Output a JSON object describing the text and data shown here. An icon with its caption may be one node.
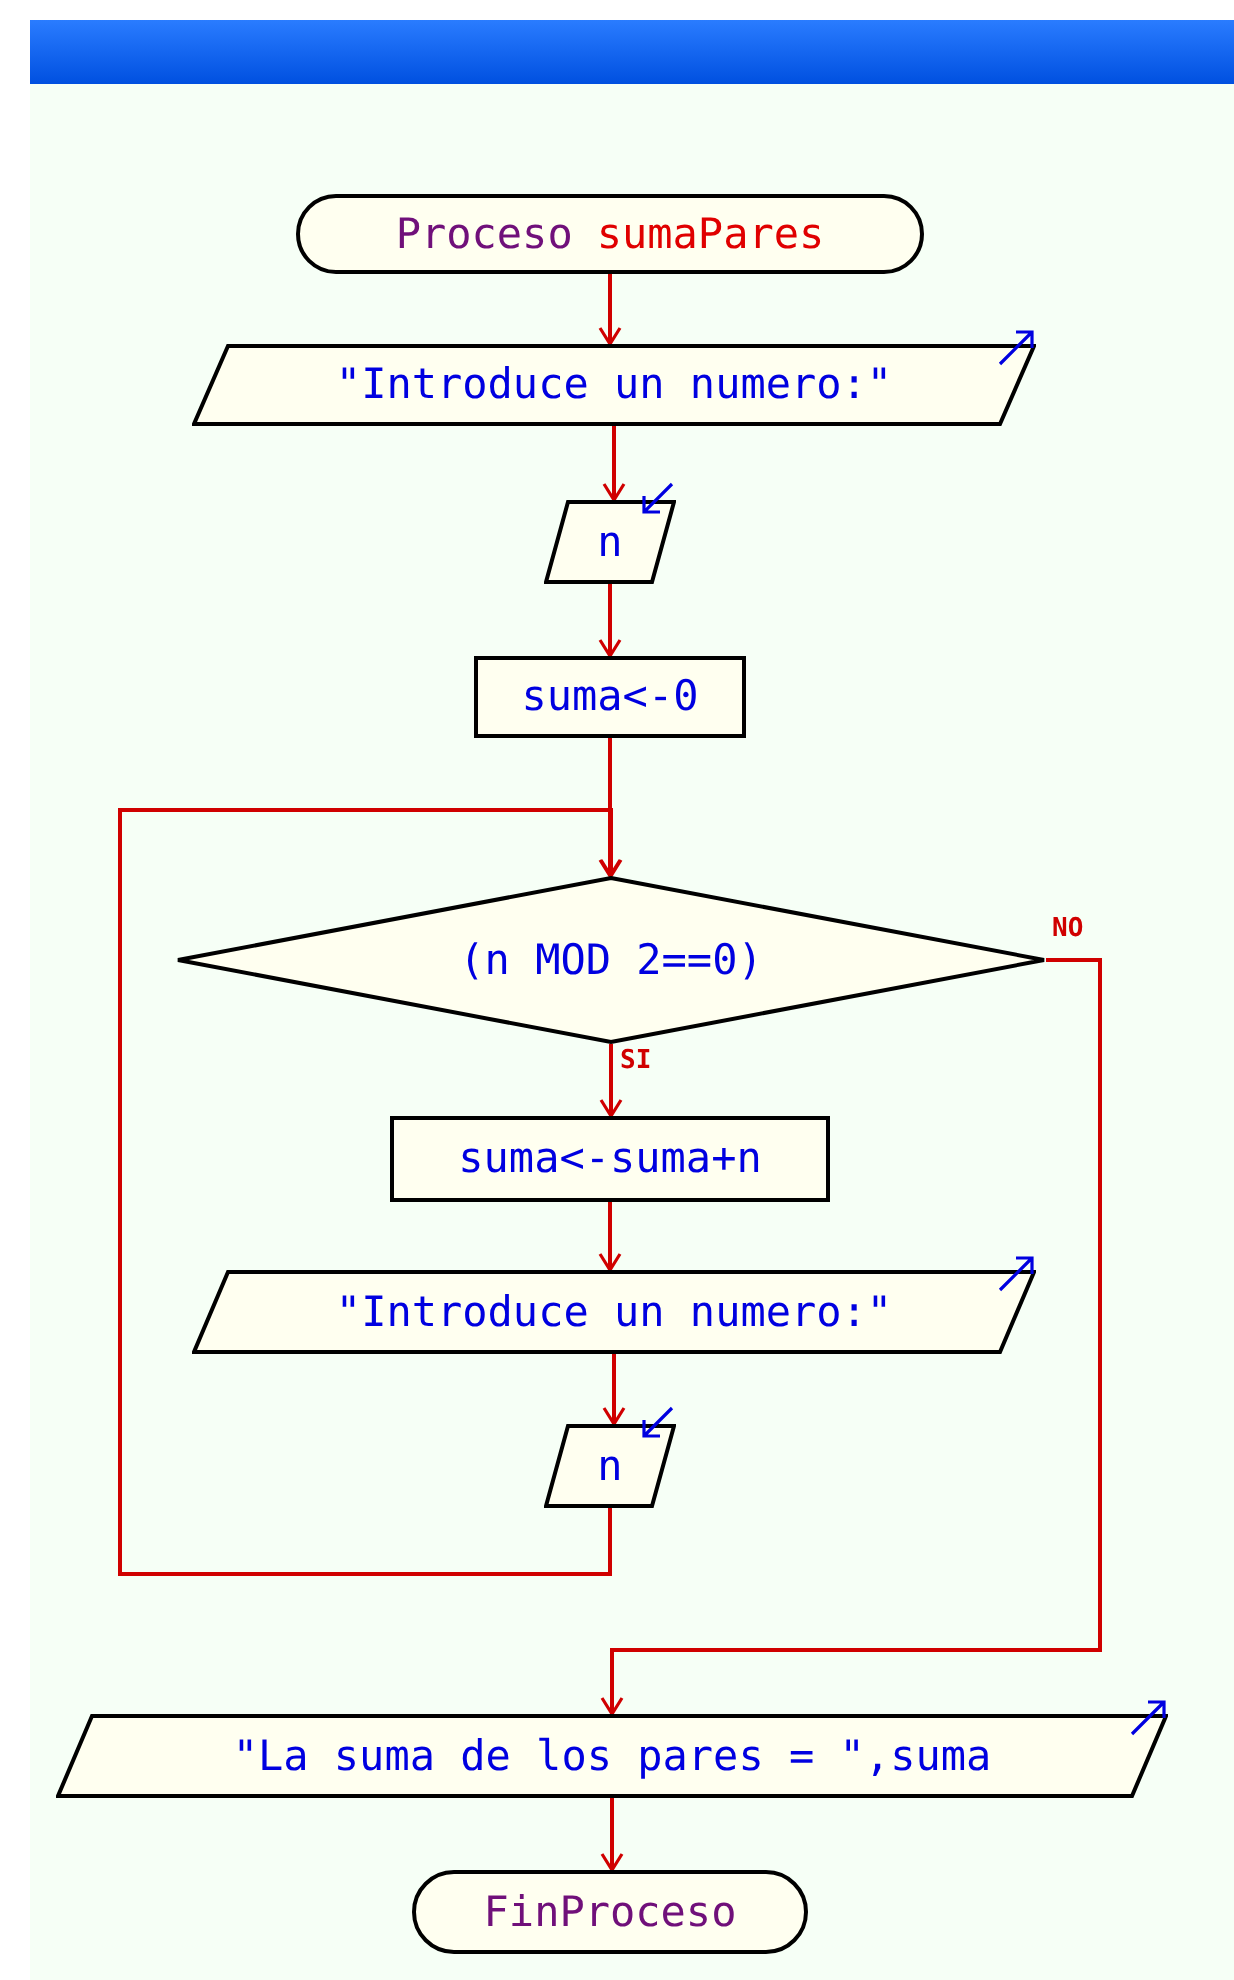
{
  "diagram": {
    "nodes": [
      {
        "text": [
          "Proceso",
          "sumaPares"
        ]
      },
      {
        "text": [
          "\"Introduce un numero:\""
        ]
      },
      {
        "text": [
          "n"
        ]
      },
      {
        "text": [
          "suma<-0"
        ]
      },
      {
        "text": [
          "(n MOD 2==0)"
        ]
      },
      {
        "text": [
          "suma<-suma+n"
        ]
      },
      {
        "text": [
          "\"Introduce un numero:\""
        ]
      },
      {
        "text": [
          "n"
        ]
      },
      {
        "text": [
          "\"La suma de los pares = \",suma"
        ]
      },
      {
        "text": [
          "FinProceso"
        ]
      },
      {
        "text": [],
        "shape": "bar"
      }
    ],
    "edges": [
      {
        "from": 0,
        "to": 1,
        "arrow": "to"
      },
      {
        "from": 1,
        "to": 2,
        "arrow": "to"
      },
      {
        "from": 2,
        "to": 3,
        "arrow": "to"
      },
      {
        "from": 3,
        "to": 4,
        "arrow": "to"
      },
      {
        "from": 4,
        "to": 5,
        "arrow": "to",
        "label": "SI"
      },
      {
        "from": 5,
        "to": 6,
        "arrow": "to"
      },
      {
        "from": 6,
        "to": 7,
        "arrow": "to"
      },
      {
        "from": 7,
        "to": 4,
        "arrow": "to"
      },
      {
        "from": 4,
        "to": 8,
        "arrow": "to",
        "label": "NO"
      },
      {
        "from": 8,
        "to": 9,
        "arrow": "to"
      }
    ]
  }
}
